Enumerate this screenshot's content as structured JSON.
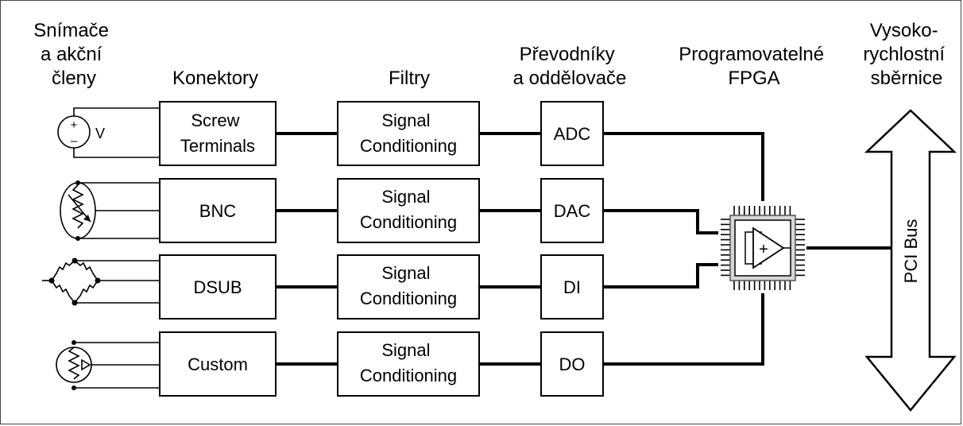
{
  "headers": {
    "sensors": [
      "Snímače",
      "a akční",
      "členy"
    ],
    "connectors": [
      "Konektory"
    ],
    "filters": [
      "Filtry"
    ],
    "converters": [
      "Převodníky",
      "a oddělovače"
    ],
    "fpga": [
      "Programovatelné",
      "FPGA"
    ],
    "bus": [
      "Vysoko-",
      "rychlostní",
      "sběrnice"
    ]
  },
  "rows": [
    {
      "sensor_icon": "voltage-source-icon",
      "sensor_label": "V",
      "connector": [
        "Screw",
        "Terminals"
      ],
      "filter": [
        "Signal",
        "Conditioning"
      ],
      "converter": "ADC"
    },
    {
      "sensor_icon": "potentiometer-icon",
      "sensor_label": "",
      "connector": [
        "BNC"
      ],
      "filter": [
        "Signal",
        "Conditioning"
      ],
      "converter": "DAC"
    },
    {
      "sensor_icon": "wheatstone-bridge-icon",
      "sensor_label": "",
      "connector": [
        "DSUB"
      ],
      "filter": [
        "Signal",
        "Conditioning"
      ],
      "converter": "DI"
    },
    {
      "sensor_icon": "thermistor-icon",
      "sensor_label": "",
      "connector": [
        "Custom"
      ],
      "filter": [
        "Signal",
        "Conditioning"
      ],
      "converter": "DO"
    }
  ],
  "fpga_chip": {
    "icon": "opamp-chip-icon",
    "symbol": "+"
  },
  "bus": {
    "label": "PCI Bus",
    "icon": "double-arrow-icon"
  }
}
